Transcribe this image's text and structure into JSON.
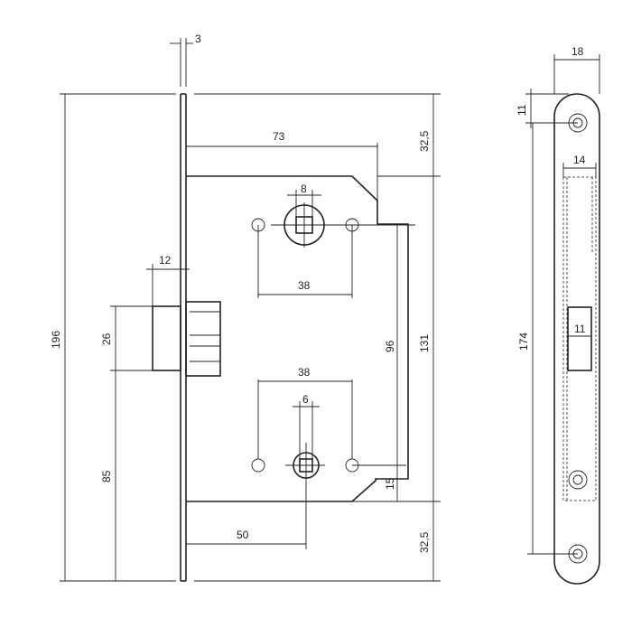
{
  "dimensions": {
    "faceplate_thickness": "3",
    "case_depth": "73",
    "top_offset": "32,5",
    "spindle_square": "8",
    "hole_spacing_upper": "38",
    "latch_projection": "12",
    "latch_height": "26",
    "total_height": "196",
    "center_distance": "96",
    "case_height": "131",
    "hole_spacing_lower": "38",
    "cylinder_width": "6",
    "bottom_gap": "15",
    "lower_latch_distance": "85",
    "backset": "50",
    "bottom_offset": "32,5",
    "plate_width": "18",
    "screw_offset": "11",
    "slot_width": "14",
    "window_width": "11",
    "screw_spacing": "174"
  }
}
